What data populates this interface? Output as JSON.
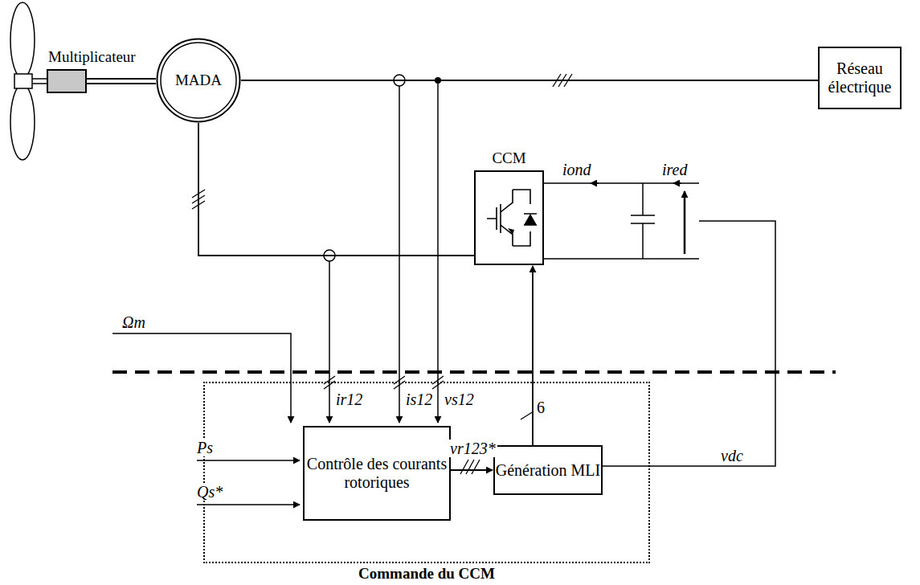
{
  "diagram": {
    "nodes": [
      {
        "text": [
          "Multiplicateur"
        ]
      },
      {
        "text": [
          "MADA"
        ]
      },
      {
        "text": [
          "Réseau électrique"
        ]
      },
      {
        "text": [
          "CCM"
        ]
      },
      {
        "text": [
          "Commande du CCM"
        ]
      },
      {
        "text": [
          "Contrôle des courants rotoriques"
        ],
        "in": 4
      },
      {
        "text": [
          "Génération MLI"
        ],
        "in": 4
      }
    ],
    "edges": [
      {
        "from": 0,
        "to": 1,
        "arrow": "none"
      },
      {
        "from": 1,
        "to": 2,
        "arrow": "none"
      },
      {
        "from": 1,
        "to": 3,
        "arrow": "none"
      },
      {
        "from": 5,
        "to": 6,
        "arrow": "to",
        "label": "vr123*"
      },
      {
        "from": 6,
        "to": 3,
        "arrow": "to",
        "label": "6"
      }
    ],
    "labels": [
      "Ωm",
      "ir12",
      "is12",
      "vs12",
      "Ps",
      "Qs*",
      "iond",
      "ired",
      "vdc"
    ]
  }
}
